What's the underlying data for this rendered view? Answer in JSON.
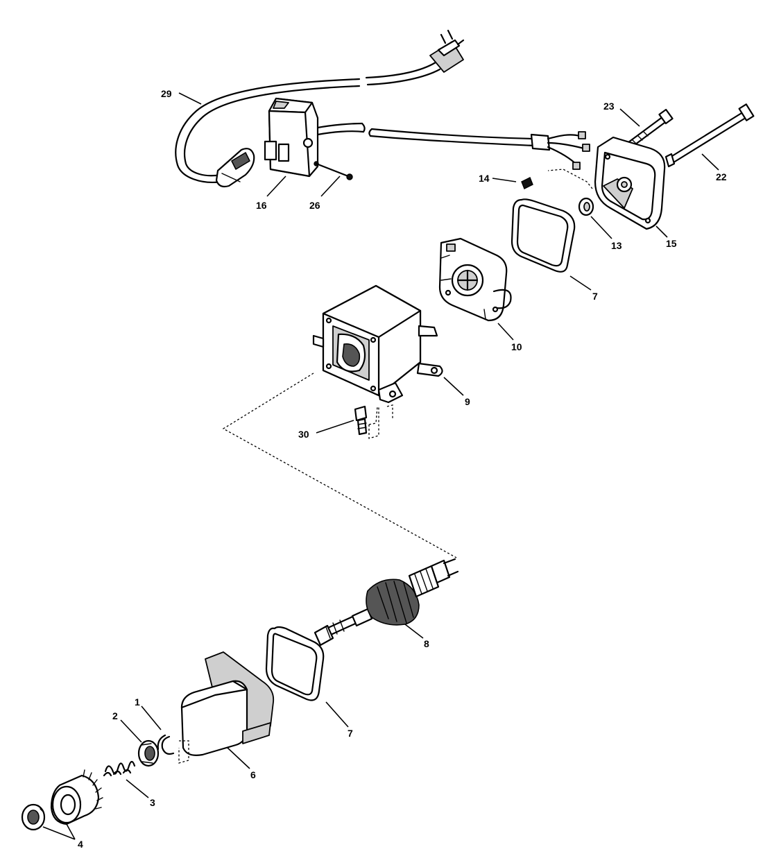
{
  "callouts": {
    "c1": "1",
    "c2": "2",
    "c3": "3",
    "c4": "4",
    "c6": "6",
    "c7a": "7",
    "c7b": "7",
    "c8": "8",
    "c9": "9",
    "c10": "10",
    "c13": "13",
    "c14": "14",
    "c15": "15",
    "c16": "16",
    "c22": "22",
    "c23": "23",
    "c26": "26",
    "c29": "29",
    "c30": "30"
  }
}
